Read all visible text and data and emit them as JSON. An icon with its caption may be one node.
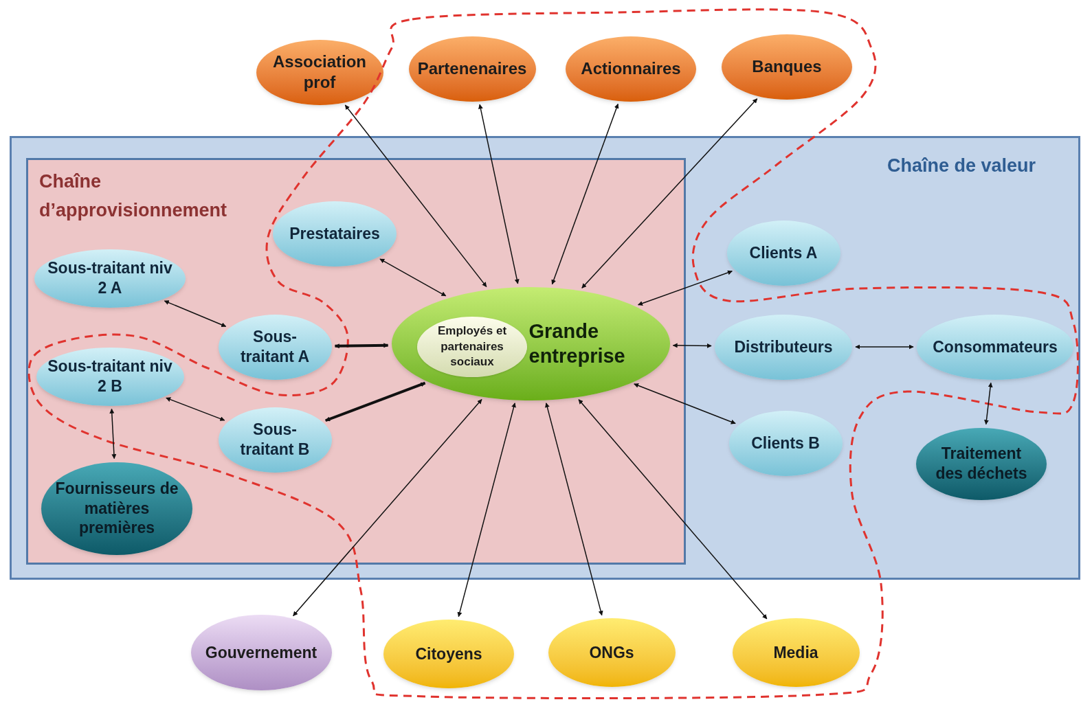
{
  "diagram": {
    "nodes": [
      {
        "text": [
          "Chaîne de valeur"
        ]
      },
      {
        "text": [
          "Chaîne d’approvisionnement"
        ],
        "in": 0
      },
      {
        "text": [
          "Association prof"
        ]
      },
      {
        "text": [
          "Partenenaires"
        ]
      },
      {
        "text": [
          "Actionnaires"
        ]
      },
      {
        "text": [
          "Banques"
        ]
      },
      {
        "text": [
          "Prestataires"
        ],
        "in": 1
      },
      {
        "text": [
          "Sous-traitant niv 2 A"
        ],
        "in": 1
      },
      {
        "text": [
          "Sous-traitant A"
        ],
        "in": 1
      },
      {
        "text": [
          "Sous-traitant niv 2 B"
        ],
        "in": 1
      },
      {
        "text": [
          "Sous-traitant B"
        ],
        "in": 1
      },
      {
        "text": [
          "Fournisseurs de matières premières"
        ],
        "in": 1
      },
      {
        "text": [
          "Grande entreprise"
        ],
        "in": 1
      },
      {
        "text": [
          "Employés et partenaires sociaux"
        ],
        "in": 12
      },
      {
        "text": [
          "Clients A"
        ],
        "in": 0
      },
      {
        "text": [
          "Distributeurs"
        ],
        "in": 0
      },
      {
        "text": [
          "Consommateurs"
        ],
        "in": 0
      },
      {
        "text": [
          "Clients B"
        ],
        "in": 0
      },
      {
        "text": [
          "Traitement des déchets"
        ],
        "in": 0
      },
      {
        "text": [
          "Gouvernement"
        ]
      },
      {
        "text": [
          "Citoyens"
        ]
      },
      {
        "text": [
          "ONGs"
        ]
      },
      {
        "text": [
          "Media"
        ]
      }
    ],
    "edges": [
      {
        "from": 2,
        "to": 12,
        "arrow": "both"
      },
      {
        "from": 3,
        "to": 12,
        "arrow": "both"
      },
      {
        "from": 4,
        "to": 12,
        "arrow": "both"
      },
      {
        "from": 5,
        "to": 12,
        "arrow": "both"
      },
      {
        "from": 6,
        "to": 12,
        "arrow": "both"
      },
      {
        "from": 7,
        "to": 8,
        "arrow": "both"
      },
      {
        "from": 8,
        "to": 12,
        "arrow": "both",
        "style": "thick"
      },
      {
        "from": 9,
        "to": 10,
        "arrow": "both"
      },
      {
        "from": 10,
        "to": 12,
        "arrow": "both",
        "style": "thick"
      },
      {
        "from": 9,
        "to": 11,
        "arrow": "both"
      },
      {
        "from": 12,
        "to": 14,
        "arrow": "both"
      },
      {
        "from": 12,
        "to": 15,
        "arrow": "both"
      },
      {
        "from": 15,
        "to": 16,
        "arrow": "both"
      },
      {
        "from": 12,
        "to": 17,
        "arrow": "both"
      },
      {
        "from": 16,
        "to": 18,
        "arrow": "both"
      },
      {
        "from": 12,
        "to": 19,
        "arrow": "both"
      },
      {
        "from": 12,
        "to": 20,
        "arrow": "both"
      },
      {
        "from": 12,
        "to": 21,
        "arrow": "both"
      },
      {
        "from": 12,
        "to": 22,
        "arrow": "both"
      }
    ]
  }
}
